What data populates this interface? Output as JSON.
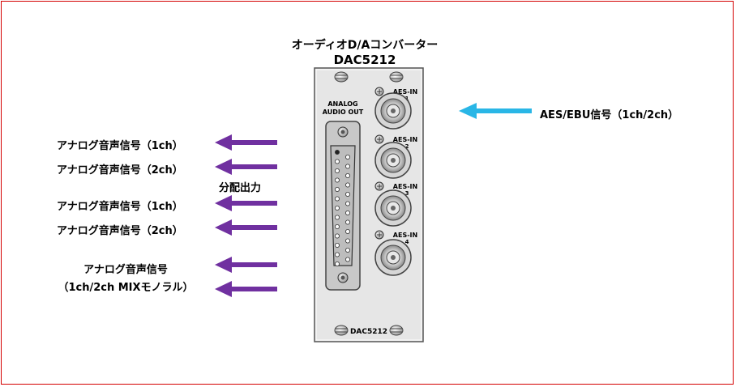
{
  "title": {
    "line1": "オーディオD/Aコンバーター",
    "line2": "DAC5212"
  },
  "input_label": "AES/EBU信号（1ch/2ch）",
  "outputs": [
    {
      "label": "アナログ音声信号（1ch）"
    },
    {
      "label": "アナログ音声信号（2ch）"
    },
    {
      "label": "アナログ音声信号（1ch）"
    },
    {
      "label": "アナログ音声信号（2ch）"
    }
  ],
  "distribution_label": "分配出力",
  "mix_output": {
    "line1": "アナログ音声信号",
    "line2": "（1ch/2ch MIXモノラル）"
  },
  "panel": {
    "analog_label_line1": "ANALOG",
    "analog_label_line2": "AUDIO OUT",
    "aes_inputs": [
      {
        "label": "AES-IN",
        "number": "1"
      },
      {
        "label": "AES-IN",
        "number": "2"
      },
      {
        "label": "AES-IN",
        "number": "3"
      },
      {
        "label": "AES-IN",
        "number": "4"
      }
    ],
    "model_label": "DAC5212"
  },
  "colors": {
    "frame": "#d40000",
    "output_arrow": "#7030a0",
    "input_arrow": "#29b6e6",
    "panel_face": "#e6e6e6"
  }
}
